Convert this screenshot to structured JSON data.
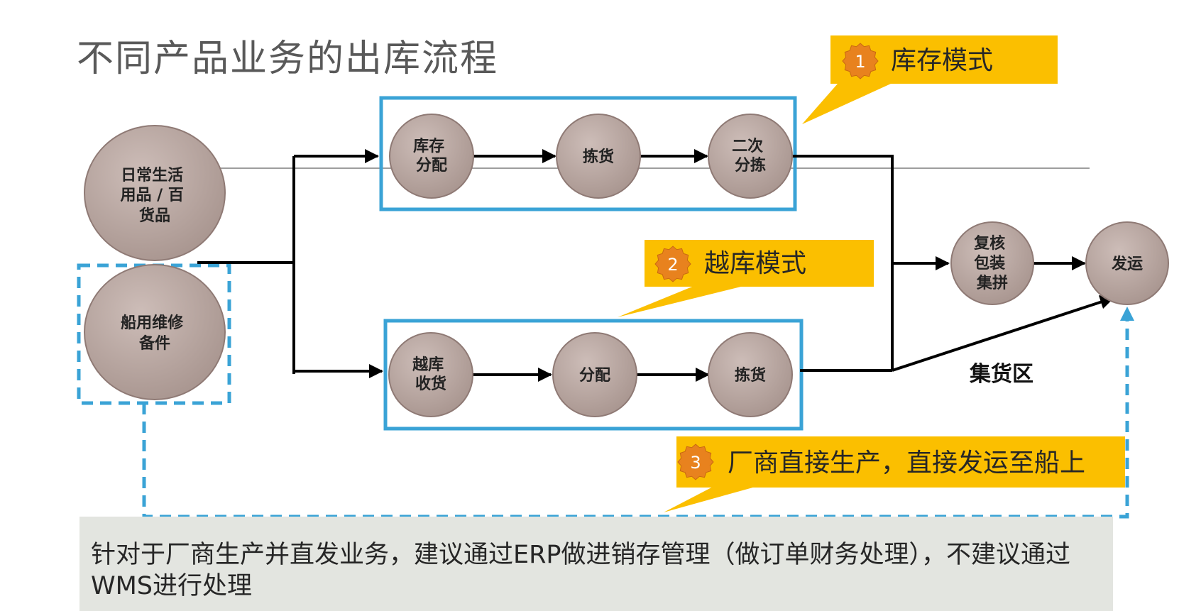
{
  "title": "不同产品业务的出库流程",
  "sources": [
    {
      "label": [
        "日常生活",
        "用品 / 百",
        "货品"
      ]
    },
    {
      "label": [
        "船用维修",
        "备件"
      ]
    }
  ],
  "mode1": {
    "badge": "1",
    "label": "库存模式",
    "steps": [
      [
        "库存",
        "分配"
      ],
      [
        "拣货"
      ],
      [
        "二次",
        "分拣"
      ]
    ]
  },
  "mode2": {
    "badge": "2",
    "label": "越库模式",
    "steps": [
      [
        "越库",
        "收货"
      ],
      [
        "分配"
      ],
      [
        "拣货"
      ]
    ]
  },
  "final_steps": [
    [
      "复核",
      "包装",
      "集拼"
    ],
    [
      "发运"
    ]
  ],
  "staging_area": "集货区",
  "mode3": {
    "badge": "3",
    "label": "厂商直接生产，直接发运至船上"
  },
  "note": "针对于厂商生产并直发业务，建议通过ERP做进销存管理（做订单财务处理），不建议通过WMS进行处理",
  "colors": {
    "node_fill": "#b9a7a2",
    "node_stroke": "#8f7a75",
    "box_stroke": "#3aa3d6",
    "callout": "#fbbf00",
    "badge": "#e8821e",
    "note_bg": "#e3e5e0"
  }
}
